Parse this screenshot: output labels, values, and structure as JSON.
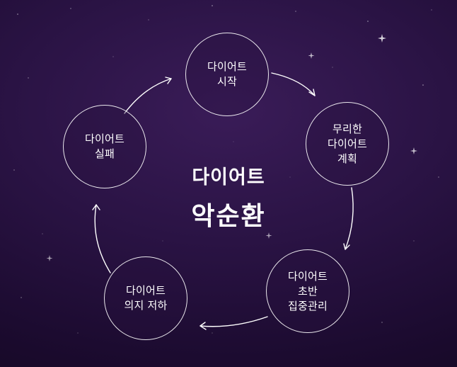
{
  "center": {
    "line1": "다이어트",
    "line2": "악순환"
  },
  "cycle": [
    {
      "label": "다이어트\n시작"
    },
    {
      "label": "무리한\n다이어트\n계획"
    },
    {
      "label": "다이어트\n초반\n집중관리"
    },
    {
      "label": "다이어트\n의지 저하"
    },
    {
      "label": "다이어트\n실패"
    }
  ],
  "colors": {
    "background": "#2a1344",
    "accent_glow": "#a66ee6",
    "stroke": "#ffffff"
  }
}
